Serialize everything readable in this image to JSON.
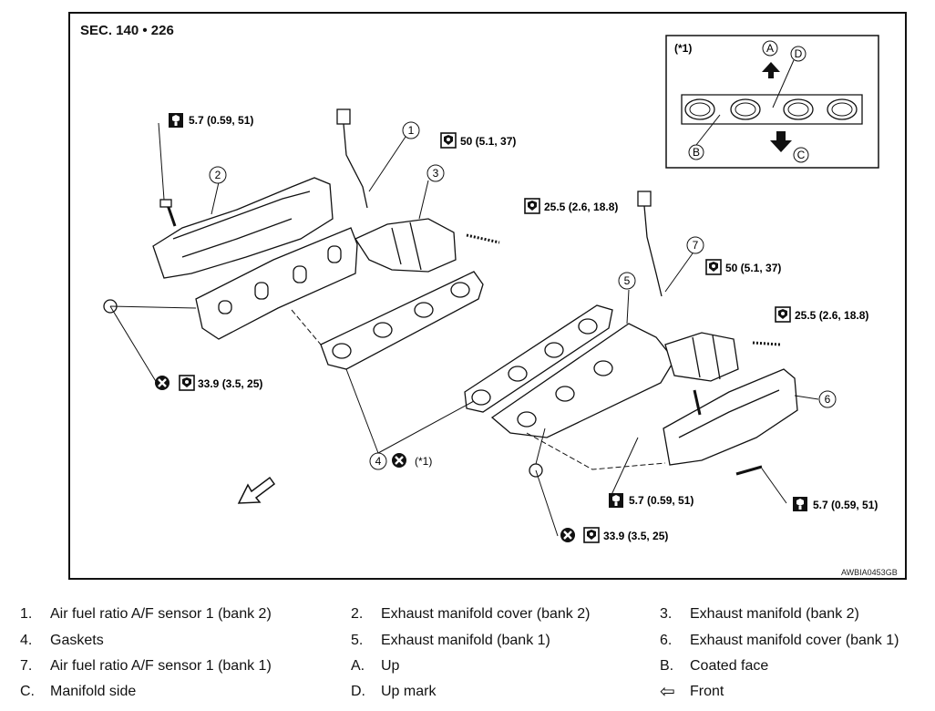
{
  "section": "SEC. 140 • 226",
  "figure_id": "AWBIA0453GB",
  "inset_label": "(*1)",
  "inset_letters": {
    "a": "A",
    "b": "B",
    "c": "C",
    "d": "D"
  },
  "callouts": {
    "n1": "1",
    "n2": "2",
    "n3": "3",
    "n4": "4",
    "n5": "5",
    "n6": "6",
    "n7": "7"
  },
  "note_ref": "(*1)",
  "torques": {
    "t1": "5.7 (0.59, 51)",
    "t2": "50 (5.1, 37)",
    "t3": "25.5 (2.6, 18.8)",
    "t4": "33.9 (3.5, 25)",
    "t5": "50 (5.1, 37)",
    "t6": "25.5 (2.6, 18.8)",
    "t7": "5.7 (0.59, 51)",
    "t8": "5.7 (0.59, 51)",
    "t9": "33.9 (3.5, 25)"
  },
  "legend": [
    {
      "key": "1.",
      "text": "Air fuel ratio A/F sensor 1 (bank 2)"
    },
    {
      "key": "2.",
      "text": "Exhaust manifold cover (bank 2)"
    },
    {
      "key": "3.",
      "text": "Exhaust manifold (bank 2)"
    },
    {
      "key": "4.",
      "text": "Gaskets"
    },
    {
      "key": "5.",
      "text": "Exhaust manifold (bank 1)"
    },
    {
      "key": "6.",
      "text": "Exhaust manifold cover (bank 1)"
    },
    {
      "key": "7.",
      "text": "Air fuel ratio A/F sensor 1 (bank 1)"
    },
    {
      "key": "A.",
      "text": "Up"
    },
    {
      "key": "B.",
      "text": "Coated face"
    },
    {
      "key": "C.",
      "text": "Manifold side"
    },
    {
      "key": "D.",
      "text": "Up mark"
    },
    {
      "key": "⇦",
      "text": "Front"
    }
  ]
}
